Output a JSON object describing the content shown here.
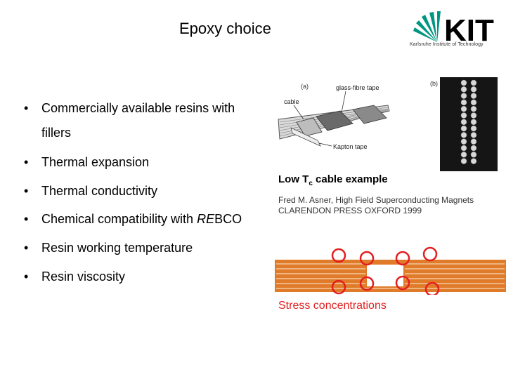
{
  "slide": {
    "title": "Epoxy choice",
    "logo": {
      "wordmark": "KIT",
      "subtitle": "Karlsruhe Institute of Technology",
      "brand_color": "#009682"
    },
    "bullets": [
      {
        "pre": "Commercially available resins with",
        "em": "",
        "post": ""
      },
      {
        "pre": "fillers",
        "em": "",
        "post": ""
      },
      {
        "pre": "Thermal expansion",
        "em": "",
        "post": ""
      },
      {
        "pre": "Thermal conductivity",
        "em": "",
        "post": ""
      },
      {
        "pre": "Chemical compatibility with ",
        "em": "RE",
        "post": "BCO"
      },
      {
        "pre": "Resin working temperature",
        "em": "",
        "post": ""
      },
      {
        "pre": "Resin viscosity",
        "em": "",
        "post": ""
      }
    ],
    "bullet_glyph": "•",
    "figure_a": {
      "panel_label": "(a)",
      "label_glass": "glass-fibre tape",
      "label_cable": "cable",
      "label_kapton": "Kapton tape"
    },
    "figure_b": {
      "panel_label": "(b)"
    },
    "cable_example": {
      "pre": "Low T",
      "sub": "c",
      "post": " cable example"
    },
    "reference": {
      "line1": "Fred M. Asner, High Field Superconducting Magnets",
      "line2": "CLARENDON PRESS OXFORD 1999"
    },
    "stress": {
      "label": "Stress concentrations",
      "conductor_color": "#e07b2a",
      "circle_color": "#e31e1e"
    }
  }
}
